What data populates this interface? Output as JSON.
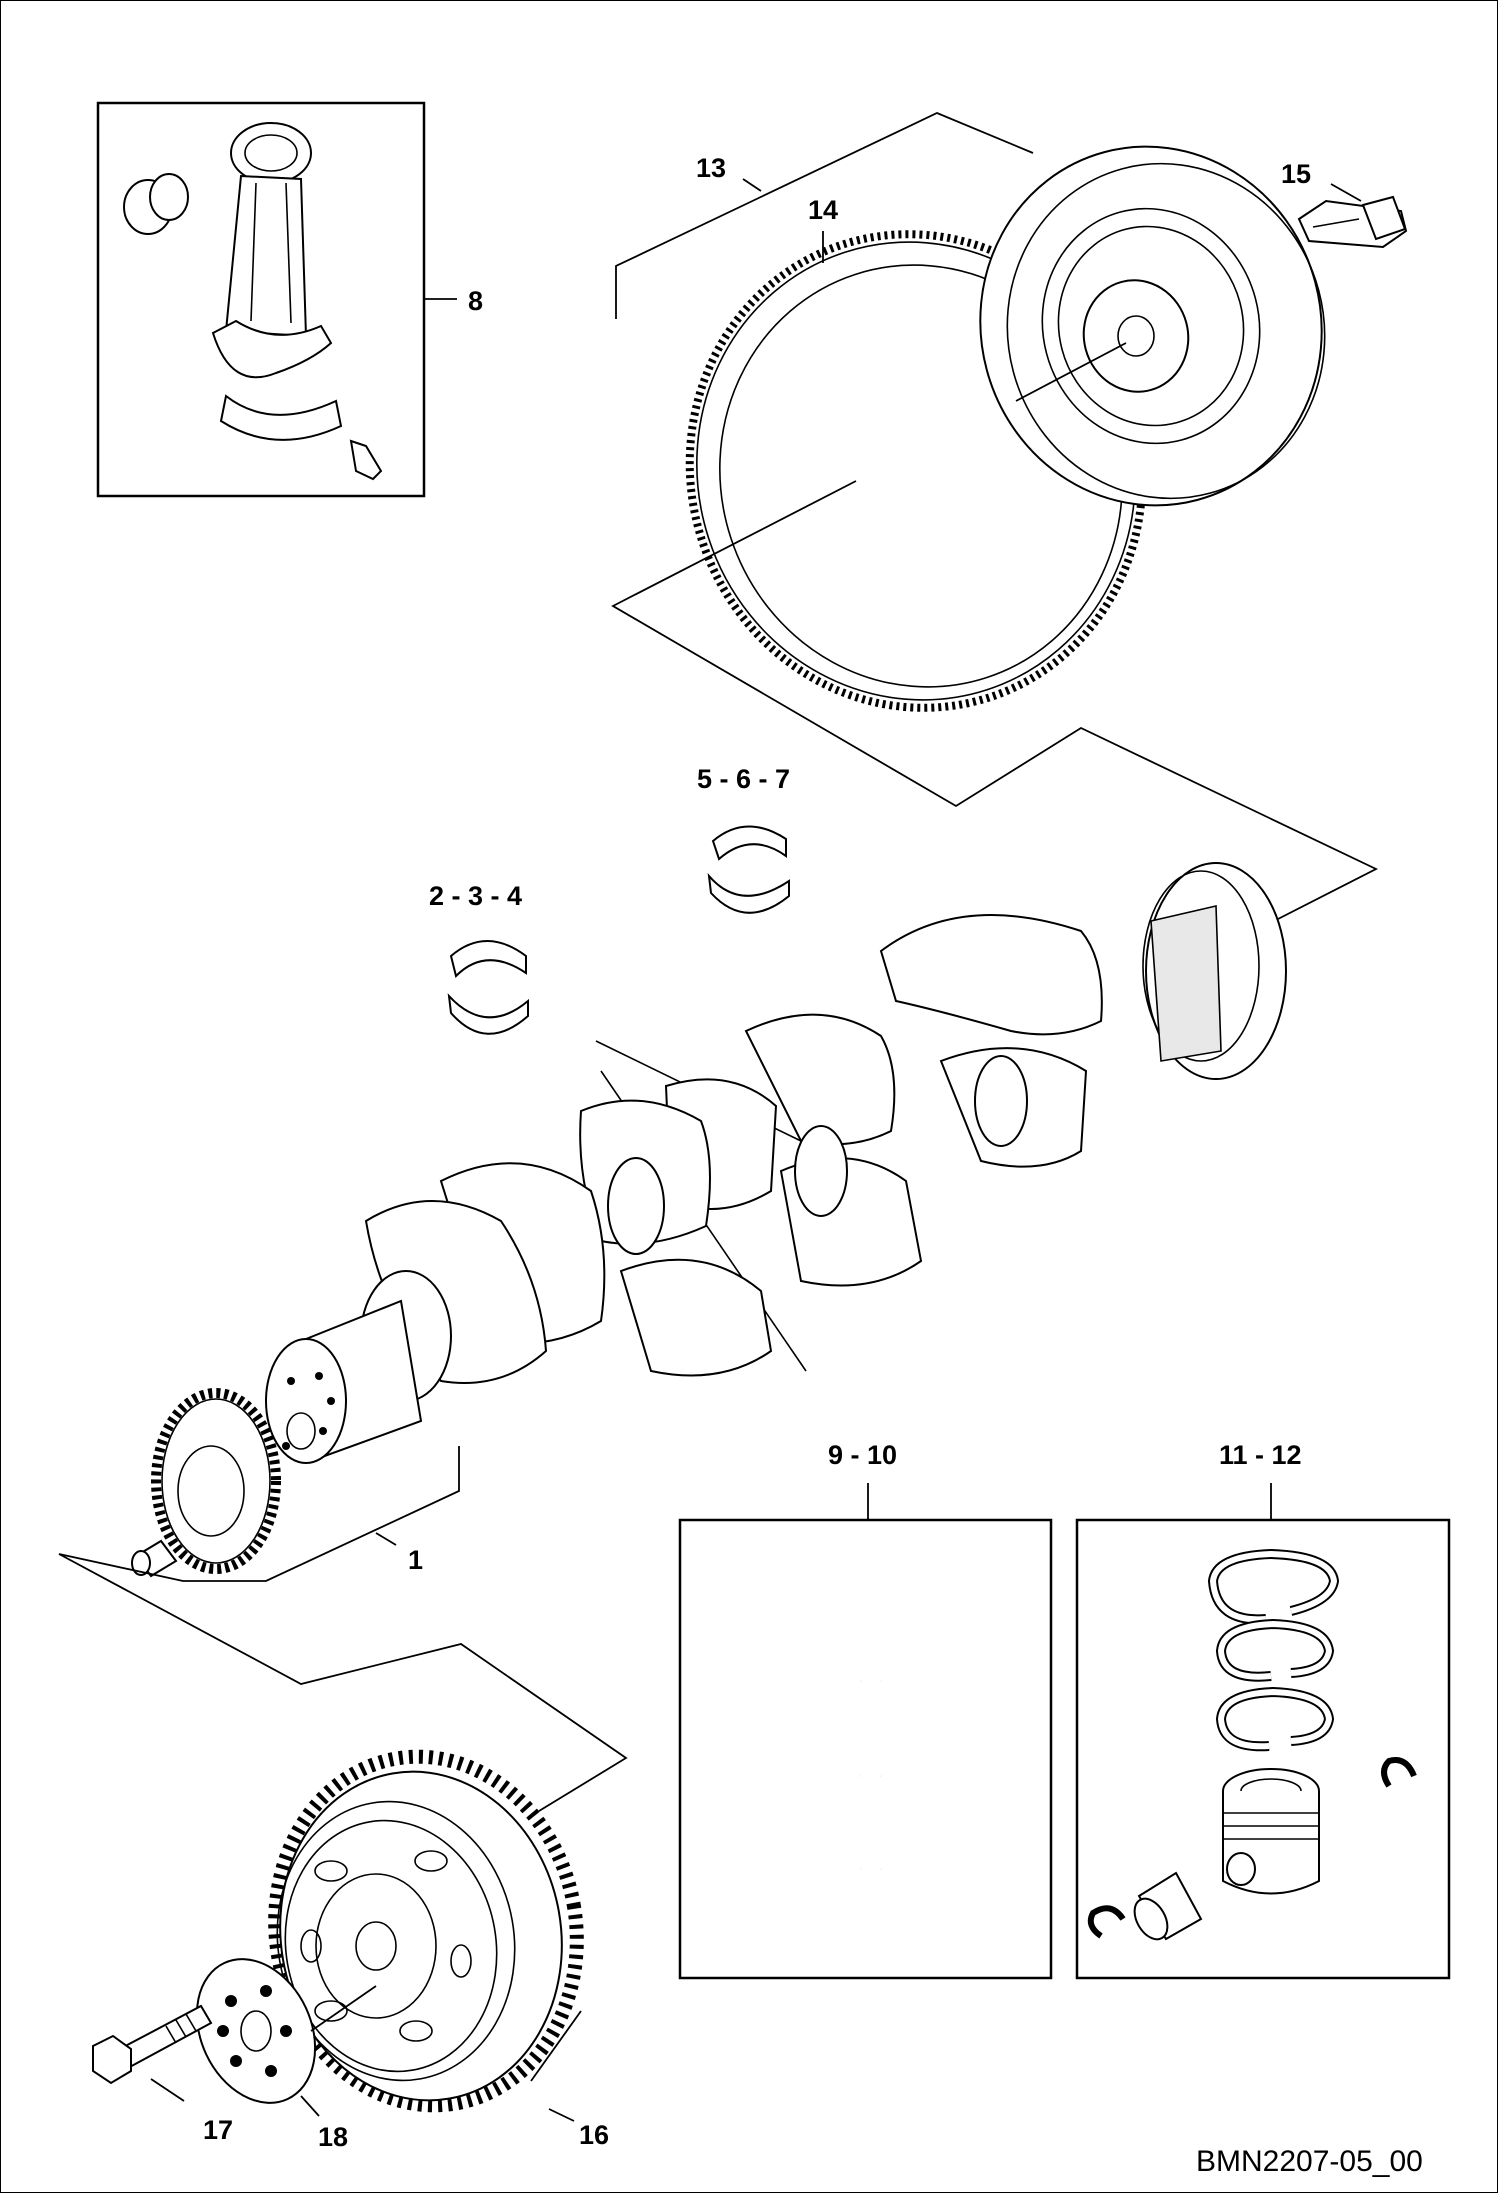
{
  "callouts": {
    "c1": "1",
    "c234": "2 - 3 - 4",
    "c567": "5 - 6 - 7",
    "c8": "8",
    "c910": "9 - 10",
    "c1112": "11 - 12",
    "c13": "13",
    "c14": "14",
    "c15": "15",
    "c16": "16",
    "c17": "17",
    "c18": "18"
  },
  "figure_reference": "BMN2207-05_00"
}
